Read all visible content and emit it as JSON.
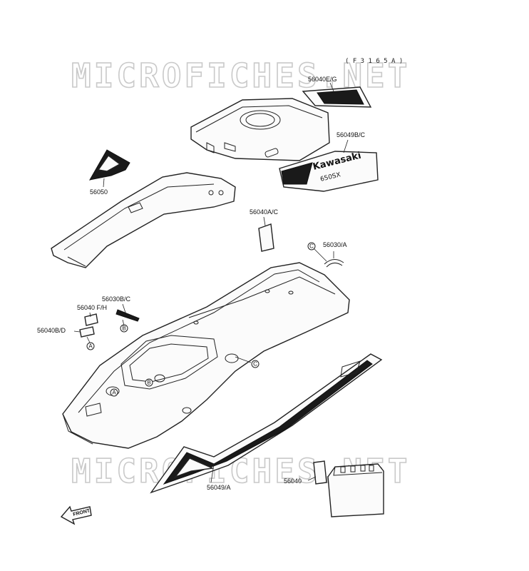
{
  "watermarks": [
    "MICROFICHES.NET",
    "MICROFICHES.NET"
  ],
  "reference_code": "( F 3 1 6 5 A )",
  "labels": {
    "p56040EG": "56040E/G",
    "p56049BC": "56049B/C",
    "p56050": "56050",
    "p56040AC": "56040A/C",
    "p56030A": "56030/A",
    "p56030BC": "56030B/C",
    "p56040FH": "56040 F/H",
    "p56040BD": "56040B/D",
    "p56049A": "56049/A",
    "p56040": "56040"
  },
  "callouts": {
    "a": "A",
    "b": "B",
    "c": "C"
  },
  "decal_text": {
    "kawasaki": "Kawasaki",
    "model": "650SX"
  },
  "front_arrow": "FRONT"
}
